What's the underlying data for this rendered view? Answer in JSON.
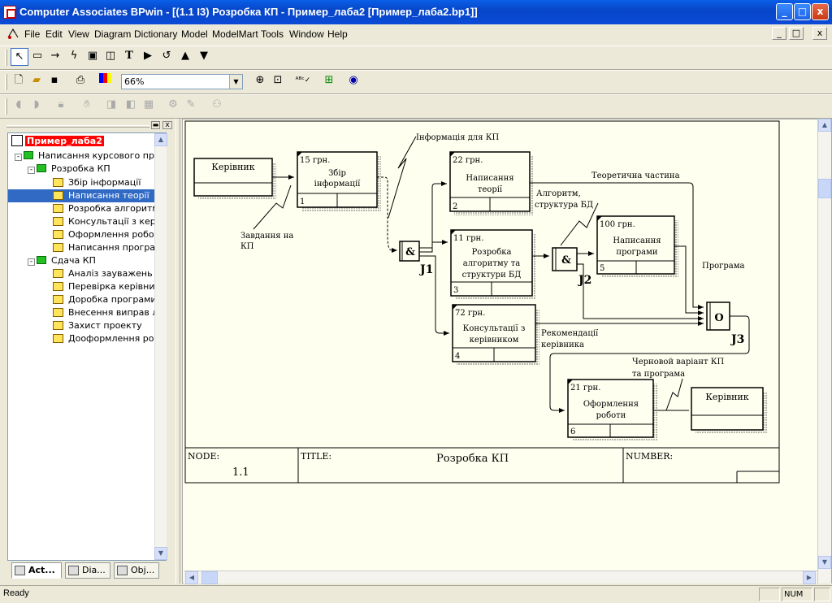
{
  "window": {
    "title": "Computer Associates BPwin - [(1.1 I3) Розробка КП - Пример_лаба2  [Пример_лаба2.bp1]]",
    "controls": [
      "_",
      "□",
      "x"
    ]
  },
  "menu": {
    "items": [
      "File",
      "Edit",
      "View",
      "Diagram",
      "Dictionary",
      "Model",
      "ModelMart",
      "Tools",
      "Window",
      "Help"
    ],
    "mdi_controls": [
      "_",
      "□",
      "x"
    ]
  },
  "toolbar": {
    "zoom_value": "66%"
  },
  "tree": {
    "root": "Пример_лаба2",
    "items": [
      {
        "label": "Написання курсового прое"
      },
      {
        "label": "Розробка КП"
      },
      {
        "label": "Збір інформації"
      },
      {
        "label": "Написання теорії"
      },
      {
        "label": "Розробка алгоритм"
      },
      {
        "label": "Консультації з керів"
      },
      {
        "label": "Оформлення роботи"
      },
      {
        "label": "Написання програм"
      },
      {
        "label": "Сдача КП"
      },
      {
        "label": "Аналіз зауважень"
      },
      {
        "label": "Перевірка керівнико"
      },
      {
        "label": "Доробка програми"
      },
      {
        "label": "Внесення виправ ле"
      },
      {
        "label": "Захист проекту"
      },
      {
        "label": "Дооформлення робо"
      }
    ]
  },
  "tabs": [
    "Act...",
    "Dia...",
    "Obj..."
  ],
  "diagram": {
    "external_left": "Керівник",
    "external_right": "Керівник",
    "activities": [
      {
        "cost": "15 грн.",
        "name1": "Збір",
        "name2": "інформації",
        "name3": "",
        "num": "1"
      },
      {
        "cost": "22 грн.",
        "name1": "Написання",
        "name2": "теорії",
        "name3": "",
        "num": "2"
      },
      {
        "cost": "11 грн.",
        "name1": "Розробка",
        "name2": "алгоритму та",
        "name3": "структури БД",
        "num": "3"
      },
      {
        "cost": "72 грн.",
        "name1": "Консультації з",
        "name2": "керівником",
        "name3": "",
        "num": "4"
      },
      {
        "cost": "100 грн.",
        "name1": "Написання",
        "name2": "програми",
        "name3": "",
        "num": "5"
      },
      {
        "cost": "21 грн.",
        "name1": "Оформлення",
        "name2": "роботи",
        "name3": "",
        "num": "6"
      }
    ],
    "junctions": [
      {
        "symbol": "&",
        "label": "J1"
      },
      {
        "symbol": "&",
        "label": "J2"
      },
      {
        "symbol": "O",
        "label": "J3"
      }
    ],
    "arrow_labels": {
      "info": "Інформація для КП",
      "task1": "Завдання на",
      "task2": "КП",
      "theory": "Теоретична частина",
      "algo1": "Алгоритм,",
      "algo2": "структура БД",
      "program": "Програма",
      "rec1": "Рекомендації",
      "rec2": "керівника",
      "draft1": "Черновой варіант КП",
      "draft2": "та програма"
    },
    "frame": {
      "node_label": "NODE:",
      "node_value": "1.1",
      "title_label": "TITLE:",
      "title_value": "Розробка КП",
      "number_label": "NUMBER:"
    }
  },
  "status": {
    "text": "Ready",
    "num": "NUM"
  }
}
